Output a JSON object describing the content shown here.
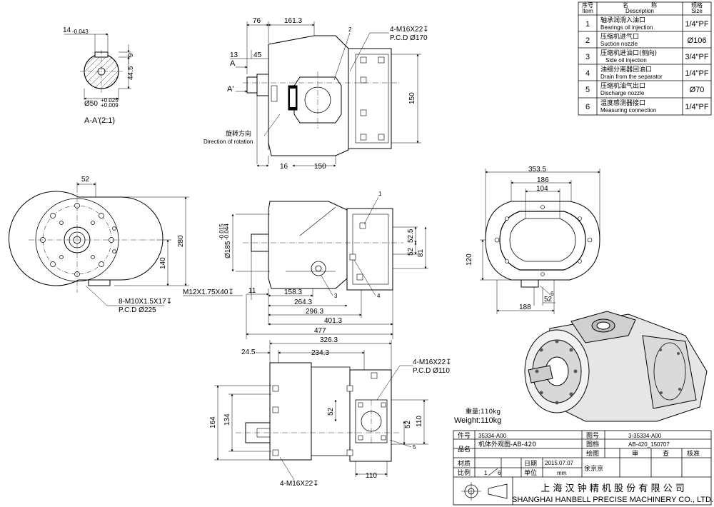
{
  "parts_table": {
    "headers": {
      "item_cn": "序号",
      "item_en": "Item",
      "desc_cn": "名　　　　称",
      "desc_en": "Description",
      "size_cn": "规格",
      "size_en": "Size"
    },
    "rows": [
      {
        "item": "1",
        "cn": "轴承润滑入油口",
        "en": "Bearings oil injection",
        "size": "1/4\"PF"
      },
      {
        "item": "2",
        "cn": "压缩机进气口",
        "en": "Suction nozzle",
        "size": "Ø106"
      },
      {
        "item": "3",
        "cn": "压缩机进油口(侧向)",
        "en": "Side oil injection",
        "size": "3/4\"PF"
      },
      {
        "item": "4",
        "cn": "油细分离器回油口",
        "en": "Drain from the separator",
        "size": "1/4\"PF"
      },
      {
        "item": "5",
        "cn": "压缩机油气出口",
        "en": "Discharge nozzle",
        "size": "Ø70"
      },
      {
        "item": "6",
        "cn": "温度感测器接口",
        "en": "Measuring connection",
        "size": "1/4\"PF"
      }
    ]
  },
  "section_view": {
    "label": "A-A'(2:1)",
    "d14": "14",
    "d14_tol": "-0.043",
    "d9": "9",
    "d445": "44.5",
    "d50": "Ø50",
    "d50_tol_up": "+0.025",
    "d50_tol_lo": "+0.009"
  },
  "top_view": {
    "d76": "76",
    "d1613": "161.3",
    "d13": "13",
    "d45": "45",
    "labA": "A",
    "labA2": "A'",
    "d16": "16",
    "d150b": "150",
    "d150r": "150",
    "bolt": "4-M16X22↧",
    "pcd": "P.C.D Ø170",
    "rot_cn": "旋转方向",
    "rot_en": "Direction of rotation",
    "c2": "2"
  },
  "left_view": {
    "d52": "52",
    "d280": "280",
    "d140": "140",
    "bolt": "8-M10X1.5X17↧",
    "pcd": "P.C.D Ø225"
  },
  "front_view": {
    "d185": "Ø185",
    "d185_tol_up": "-0.015",
    "d185_tol_lo": "-0.044",
    "d525": "52.5",
    "d52": "52",
    "d81": "81",
    "d11": "11",
    "d1583": "158.3",
    "d2643": "264.3",
    "d2963": "296.3",
    "d4013": "401.3",
    "d477": "477",
    "m12": "M12X1.75X40↧",
    "c1": "1",
    "c3": "3",
    "c4": "4"
  },
  "right_view": {
    "d3535": "353.5",
    "d186": "186",
    "d104": "104",
    "d120": "120",
    "d188": "188",
    "d52": "52",
    "c6": "6"
  },
  "bottom_view": {
    "d3263": "326.3",
    "d245": "24.5",
    "d2343": "234.3",
    "d164": "164",
    "d134": "134",
    "d52v": "52",
    "d52h": "52",
    "d110v": "110",
    "d110h": "110",
    "bolt_top": "4-M16X22↧",
    "pcd": "P.C.D Ø110",
    "bolt_bot": "4-M16X22↧",
    "c5": "5"
  },
  "weight": {
    "cn": "重量:110kg",
    "en": "Weight:110kg"
  },
  "title_block": {
    "part_no_label": "件号",
    "part_no": "35334-A00",
    "fig_no_label": "图号",
    "fig_no": "3-35334-A00",
    "name_label": "品名",
    "name": "机体外观图-AB-420",
    "drawing_label": "图档",
    "drawing": "AB-420_150707",
    "draw": "绘图",
    "review": "审",
    "check": "查",
    "approve": "核准",
    "material_label": "材质",
    "date_label": "日期",
    "date": "2015.07.07",
    "drafter": "余京京",
    "scale_label": "比例",
    "scale_a": "1",
    "scale_b": "6",
    "unit_label": "单位",
    "unit": "mm",
    "company_cn": "上 海 汉 钟 精 机 股 份 有 限 公 司",
    "company_en": "SHANGHAI HANBELL PRECISE MACHINERY CO., LTD."
  }
}
